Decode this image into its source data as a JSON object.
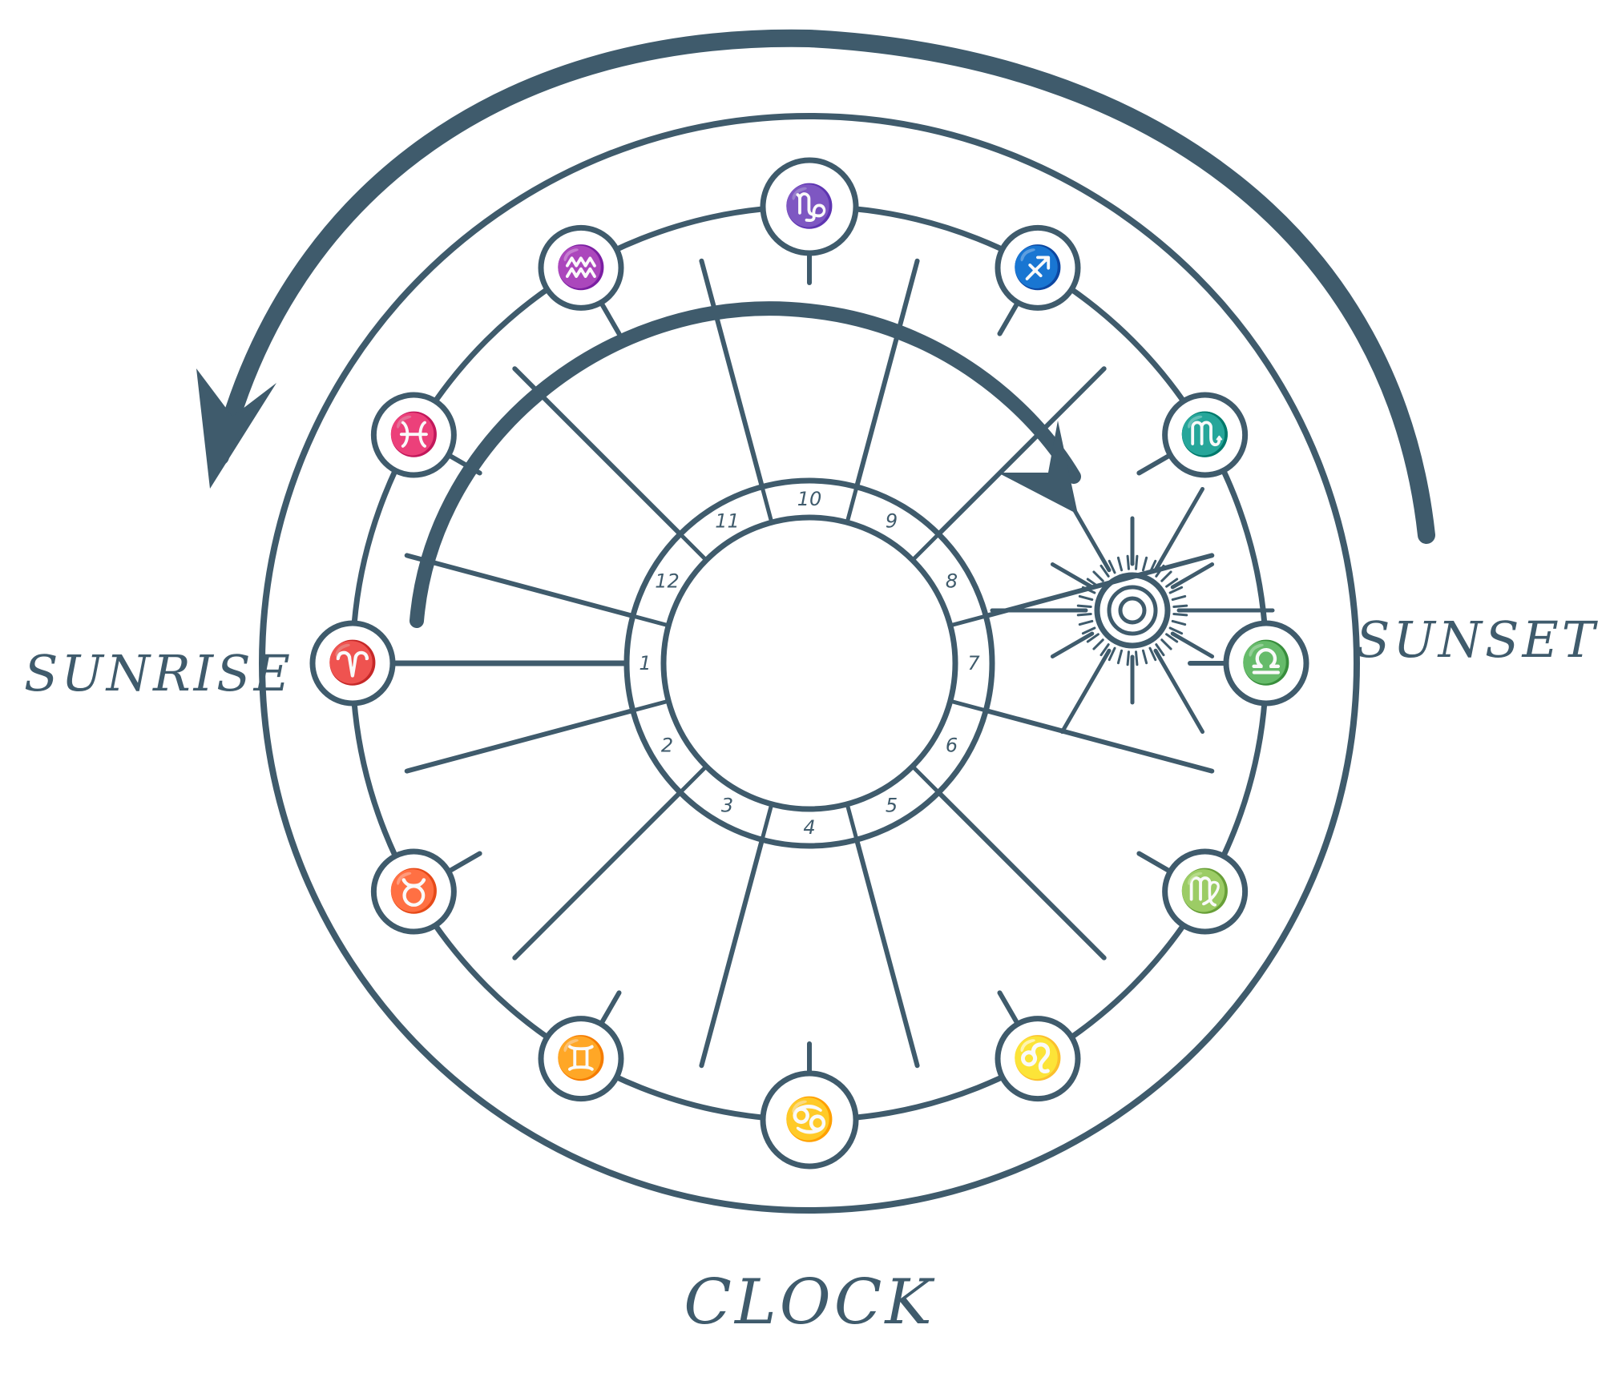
{
  "labels": {
    "sunrise": "SUNRISE",
    "sunset": "SUNSET",
    "title": "CLOCK"
  },
  "zodiac": [
    {
      "name": "aries",
      "glyph": "♈"
    },
    {
      "name": "taurus",
      "glyph": "♉"
    },
    {
      "name": "gemini",
      "glyph": "♊"
    },
    {
      "name": "cancer",
      "glyph": "♋"
    },
    {
      "name": "leo",
      "glyph": "♌"
    },
    {
      "name": "virgo",
      "glyph": "♍"
    },
    {
      "name": "libra",
      "glyph": "♎"
    },
    {
      "name": "scorpio",
      "glyph": "♏"
    },
    {
      "name": "sagittarius",
      "glyph": "♐"
    },
    {
      "name": "capricorn",
      "glyph": "♑"
    },
    {
      "name": "aquarius",
      "glyph": "♒"
    },
    {
      "name": "pisces",
      "glyph": "♓"
    }
  ],
  "hours": [
    "1",
    "2",
    "3",
    "4",
    "5",
    "6",
    "7",
    "8",
    "9",
    "10",
    "11",
    "12"
  ],
  "icons": [
    "sun-icon",
    "counterclockwise-arrow-icon",
    "clockwise-arrow-icon"
  ],
  "colors": {
    "ink": "#3f5b6c",
    "background": "#ffffff"
  }
}
